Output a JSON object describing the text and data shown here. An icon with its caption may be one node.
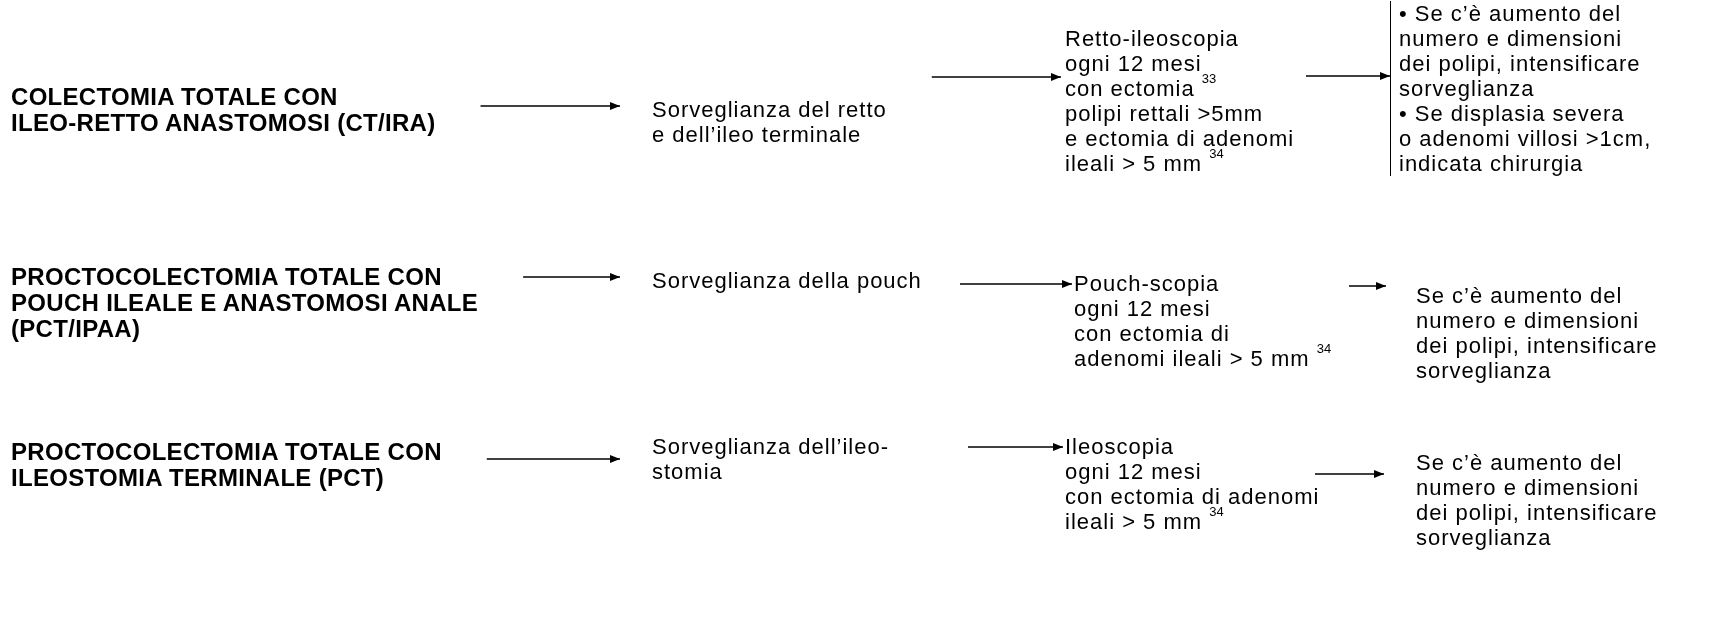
{
  "diagram": {
    "nodes": [
      {
        "text": [
          "COLECTOMIA TOTALE CON ILEO-RETTO ANASTOMOSI (CT/IRA)"
        ]
      },
      {
        "text": [
          "Sorveglianza del retto e dell’ileo terminale"
        ]
      },
      {
        "text": [
          "Retto-ileoscopia ogni 12 mesi con ectomia $^{33}$ polipi rettali >5mm e ectomia di adenomi ileali > 5 mm $^{34}$"
        ]
      },
      {
        "text": [
          "• Se c’è aumento del numero e dimensioni dei polipi, intensificare sorveglianza",
          "• Se displasia severa o adenomi villosi >1cm, indicata chirurgia"
        ]
      },
      {
        "text": [
          "PROCTOCOLECTOMIA TOTALE CON POUCH ILEALE E ANASTOMOSI ANALE (PCT/IPAA)"
        ]
      },
      {
        "text": [
          "Sorveglianza della pouch"
        ]
      },
      {
        "text": [
          "Pouch-scopia ogni 12 mesi con ectomia di adenomi ileali > 5 mm $^{34}$"
        ]
      },
      {
        "text": [
          "Se c’è aumento del numero e dimensioni dei polipi, intensificare sorveglianza"
        ]
      },
      {
        "text": [
          "PROCTOCOLECTOMIA TOTALE CON ILEOSTOMIA TERMINALE (PCT)"
        ]
      },
      {
        "text": [
          "Sorveglianza dell’ileo-stomia"
        ]
      },
      {
        "text": [
          "Ileoscopia ogni 12 mesi con ectomia di adenomi ileali > 5 mm $^{34}$"
        ]
      },
      {
        "text": [
          "Se c’è aumento del numero e dimensioni dei polipi, intensificare sorveglianza"
        ]
      }
    ],
    "edges": [
      {
        "from": 0,
        "to": 1,
        "arrow": "to"
      },
      {
        "from": 1,
        "to": 2,
        "arrow": "to"
      },
      {
        "from": 2,
        "to": 3,
        "arrow": "to"
      },
      {
        "from": 4,
        "to": 5,
        "arrow": "to"
      },
      {
        "from": 5,
        "to": 6,
        "arrow": "to"
      },
      {
        "from": 6,
        "to": 7,
        "arrow": "to"
      },
      {
        "from": 8,
        "to": 9,
        "arrow": "to"
      },
      {
        "from": 9,
        "to": 10,
        "arrow": "to"
      },
      {
        "from": 10,
        "to": 11,
        "arrow": "to"
      }
    ]
  }
}
